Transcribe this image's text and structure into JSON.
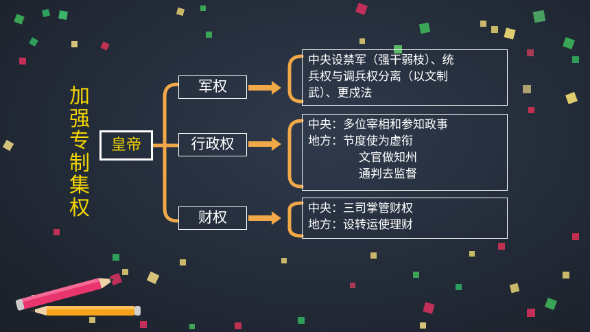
{
  "title_chars": [
    "加",
    "强",
    "专",
    "制",
    "集",
    "权"
  ],
  "root": "皇帝",
  "branches": [
    {
      "name": "军权",
      "details": [
        "中央设禁军（强干弱枝）、统",
        "兵权与调兵权分离（以文制",
        "武）、更戍法"
      ]
    },
    {
      "name": "行政权",
      "details": [
        "中央：多位宰相和参知政事",
        "地方：节度使为虚衔",
        "文官做知州",
        "通判去监督"
      ]
    },
    {
      "name": "财权",
      "details": [
        "中央：三司掌管财权",
        "地方：设转运使理财"
      ]
    }
  ],
  "colors": {
    "background": "#232b38",
    "title": "#f5d600",
    "connector": "#f0a848",
    "box_border": "#ffffff",
    "text": "#ffffff"
  },
  "decorations": [
    "pink-pencil",
    "orange-pencil",
    "confetti-squares"
  ]
}
